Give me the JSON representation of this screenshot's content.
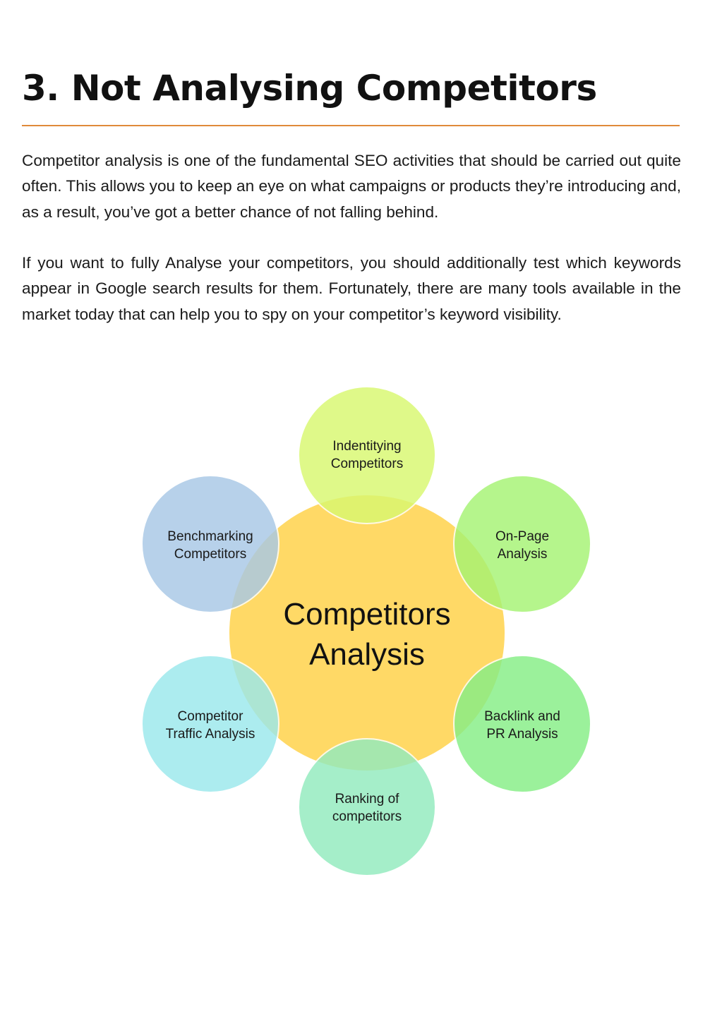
{
  "heading": {
    "title": "3. Not Analysing Competitors",
    "rule_color": "#E08A3A"
  },
  "body": {
    "paragraph_1": "Competitor analysis is one of the fundamental SEO activities that should be carried out quite often. This allows you to keep an eye on what campaigns or products they’re introducing and, as a result, you’ve got a better chance of not falling behind.",
    "paragraph_2": "If you want to fully Analyse your competitors, you should additionally test which keywords appear in Google search results for them. Fortunately, there are many tools available in the market today that can help you to spy on your competitor’s keyword visibility."
  },
  "diagram": {
    "center": {
      "line_1": "Competitors",
      "line_2": "Analysis",
      "color": "#FFD966"
    },
    "nodes": [
      {
        "id": "identifying",
        "line_1": "Indentitying",
        "line_2": "Competitors",
        "color": "#D9F870"
      },
      {
        "id": "on-page",
        "line_1": "On-Page",
        "line_2": "Analysis",
        "color": "#A6F373"
      },
      {
        "id": "backlink",
        "line_1": "Backlink and",
        "line_2": "PR Analysis",
        "color": "#86EE86"
      },
      {
        "id": "ranking",
        "line_1": "Ranking of",
        "line_2": "competitors",
        "color": "#92EBBE"
      },
      {
        "id": "traffic",
        "line_1": "Competitor",
        "line_2": "Traffic Analysis",
        "color": "#9AE8EC"
      },
      {
        "id": "benchmarking",
        "line_1": "Benchmarking",
        "line_2": "Competitors",
        "color": "#A8C8E6"
      }
    ]
  }
}
